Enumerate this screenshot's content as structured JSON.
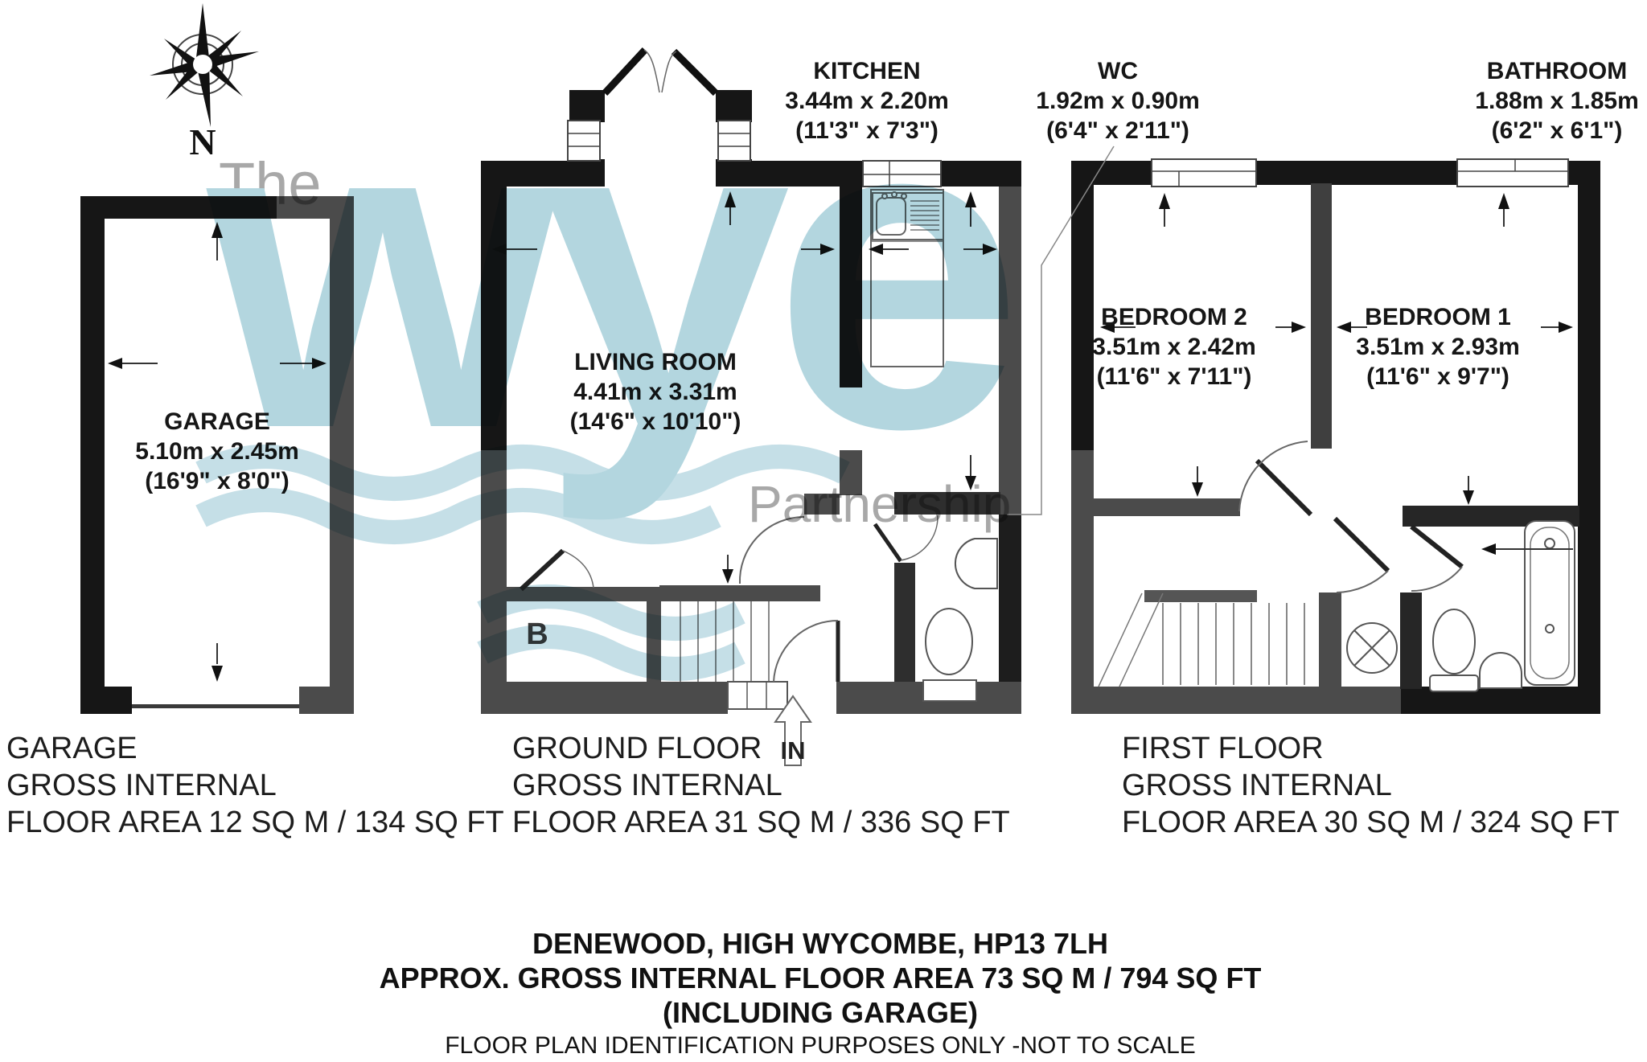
{
  "compass": {
    "label": "N"
  },
  "watermark": {
    "pre": "The",
    "brand": "wye",
    "post": "Partnership",
    "blue": "#b3d6df",
    "gray": "#a8a8a8"
  },
  "labels": {
    "kitchen": {
      "name": "KITCHEN",
      "metric": "3.44m x 2.20m",
      "imperial": "(11'3\" x 7'3\")"
    },
    "wc": {
      "name": "WC",
      "metric": "1.92m x 0.90m",
      "imperial": "(6'4\" x 2'11\")"
    },
    "bathroom": {
      "name": "BATHROOM",
      "metric": "1.88m x 1.85m",
      "imperial": "(6'2\" x 6'1\")"
    },
    "living_room": {
      "name": "LIVING ROOM",
      "metric": "4.41m x 3.31m",
      "imperial": "(14'6\" x 10'10\")"
    },
    "garage": {
      "name": "GARAGE",
      "metric": "5.10m x 2.45m",
      "imperial": "(16'9\" x 8'0\")"
    },
    "bedroom2": {
      "name": "BEDROOM 2",
      "metric": "3.51m x 2.42m",
      "imperial": "(11'6\" x 7'11\")"
    },
    "bedroom1": {
      "name": "BEDROOM 1",
      "metric": "3.51m x 2.93m",
      "imperial": "(11'6\" x 9'7\")"
    }
  },
  "annotations": {
    "entrance": "IN",
    "storage": "B"
  },
  "areas": {
    "garage": {
      "line1": "GARAGE",
      "line2": "GROSS INTERNAL",
      "line3": "FLOOR AREA 12 SQ M / 134 SQ FT"
    },
    "ground": {
      "line1": "GROUND FLOOR",
      "line2": "GROSS INTERNAL",
      "line3": "FLOOR AREA 31 SQ M / 336 SQ FT"
    },
    "first": {
      "line1": "FIRST FLOOR",
      "line2": "GROSS INTERNAL",
      "line3": "FLOOR AREA 30 SQ M / 324 SQ FT"
    }
  },
  "footer": {
    "address": "DENEWOOD, HIGH WYCOMBE, HP13 7LH",
    "area": "APPROX. GROSS INTERNAL FLOOR AREA 73 SQ M / 794 SQ FT",
    "including": "(INCLUDING GARAGE)",
    "disclaimer": "FLOOR PLAN IDENTIFICATION PURPOSES ONLY -NOT TO SCALE"
  },
  "colors": {
    "wall_black": "#161616",
    "wall_gray": "#4b4b4b",
    "watermark_blue": "#b3d6df",
    "watermark_gray": "#a8a8a8"
  }
}
